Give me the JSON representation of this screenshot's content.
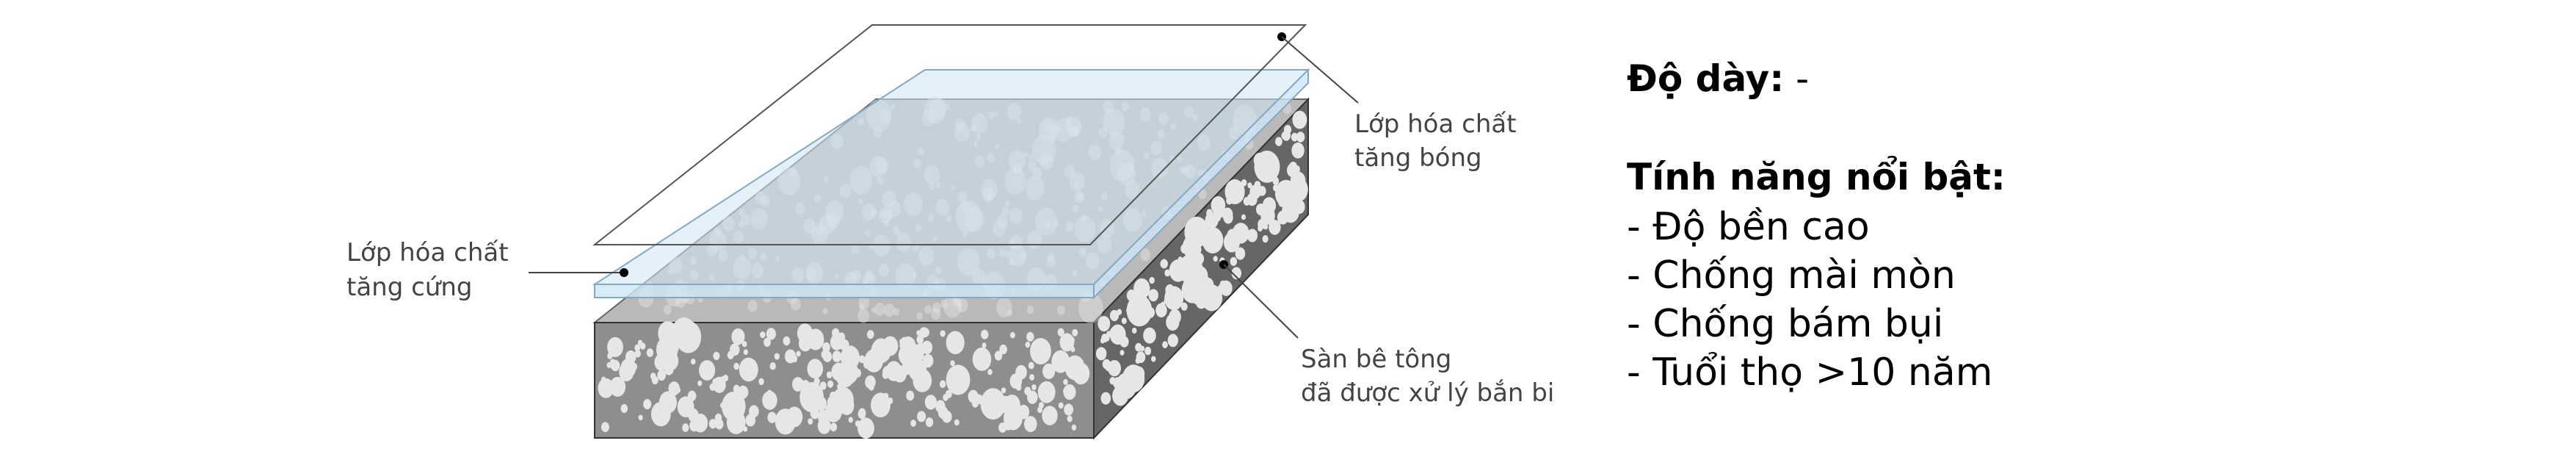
{
  "diagram": {
    "labels": {
      "gloss_layer": [
        "Lớp hóa chất",
        "tăng bóng"
      ],
      "hardener_layer": [
        "Lớp hóa chất",
        "tăng cứng"
      ],
      "concrete_floor": [
        "Sàn bê tông",
        "đã được xử lý bắn bi"
      ]
    },
    "colors": {
      "concrete_front": "#8e8e8e",
      "concrete_side": "#666666",
      "concrete_top": "#b9b9b9",
      "hardener_layer": "#cfe6f4",
      "aggregate": "#e6e6e6"
    }
  },
  "info": {
    "thickness_label": "Độ dày:",
    "thickness_value": " -",
    "features_heading": "Tính năng nổi bật:",
    "features": [
      "- Độ bền cao",
      "- Chống mài mòn",
      "- Chống bám bụi",
      "- Tuổi thọ >10 năm"
    ]
  }
}
